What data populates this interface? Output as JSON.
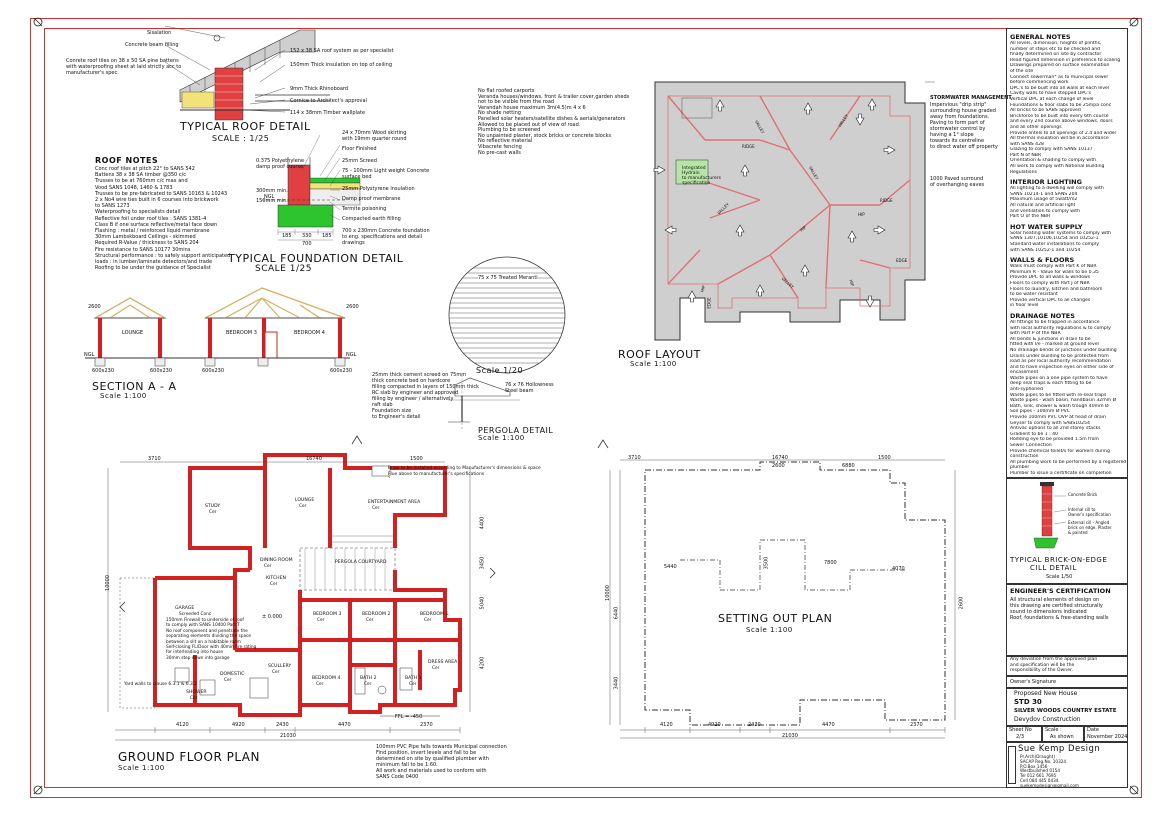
{
  "titles": {
    "roof_detail": "TYPICAL ROOF DETAIL",
    "roof_detail_scale": "SCALE : 1/25",
    "foundation_detail": "TYPICAL FOUNDATION DETAIL",
    "foundation_detail_scale": "SCALE 1/25",
    "section": "SECTION A - A",
    "section_scale": "Scale 1:100",
    "roof_layout": "ROOF LAYOUT",
    "roof_layout_scale": "Scale 1:100",
    "pergola": "PERGOLA DETAIL",
    "pergola_scale": "Scale 1:100",
    "pergola_circle_scale": "Scale 1/20",
    "setting_out": "SETTING OUT PLAN",
    "setting_out_scale": "Scale 1:100",
    "ground_floor": "GROUND FLOOR PLAN",
    "ground_floor_scale": "Scale 1:100",
    "cill_detail": "TYPICAL BRICK-ON-EDGE CILL DETAIL",
    "cill_detail_scale": "Scale 1/50"
  },
  "roof_notes": {
    "heading": "ROOF NOTES",
    "lines": [
      "Conc roof tiles at pitch 22° to SANS 542",
      "Battens 38 x 38 SA timber @350 c/c",
      "Trusses to be at 760mm c/c max and",
      "Vood SANS 1048, 1460 & 1783",
      "Trusses to be pre-fabricated to SANS 10163 & 10243",
      "2 x No4 wire ties built in 6 courses into brickwork",
      "to SANS 1273",
      "Waterproofing to specialists detail",
      "Reflective foil under roof tiles : SANS 1381-4",
      "Class B if one surface reflective/metal face down",
      "Flashing : metal / reinforced liquid membrane",
      "30mm Lambskboard Ceilings - skimmed",
      "Required R-Value / thickness to SANS 204",
      "Fire resistance to SANS 10177 30mins",
      "Structural performance : to safely support anticipated",
      "loads : in lumber/laminate detectors/and trade",
      "Roofing to be under the guidance of Specialist"
    ]
  },
  "roof_detail_labels": [
    "Sisalation",
    "Concrete beam filling",
    "Conrete roof tiles on 38 x 50 SA pine battens",
    "with waterproofing sheet at laid strictly acc to",
    "manufacturer's spec.",
    "152 x 38 SA roof system as per specialist",
    "150mm Thick insulation on top of ceiling",
    "9mm Thick Rhinoboard",
    "Cornice to Architect's approval",
    "114 x 38mm Timber wallplate"
  ],
  "foundation_labels": [
    "0.375 Polyethylene",
    "damp proof course",
    "24 x 70mm Wood skirting",
    "with 19mm quarter round",
    "Floor Finished",
    "25mm Screed",
    "75 - 100mm Light weight Concrete",
    "surface bed",
    "25mm Polystyrene insulation",
    "Damp proof membrane",
    "Termite poisoning",
    "Compacted earth filling",
    "700 x 230mm Concrete foundation",
    "to eng. specifications and detail",
    "drawings"
  ],
  "foundation_dims": [
    "300mm min.",
    "150mm min.",
    "185",
    "330",
    "185",
    "700",
    "NGL"
  ],
  "section_labels": [
    "LOUNGE",
    "BEDROOM 3",
    "BEDROOM 4",
    "600x230",
    "600x230",
    "600x230",
    "600x230",
    "NGL",
    "NGL",
    "2600",
    "2600"
  ],
  "pergola_notes": [
    "75 x 75 Treated Meranti",
    "76 x 76 Hollowness",
    "Steel beam"
  ],
  "roof_layout_notes": [
    "No flat roofed carports",
    "Veranda houses/windows, front & trailer cover,garden sheds",
    "not to be visible from the road",
    "Verandah house maximum 3m(4.5)m 4 x 6",
    "No shade netting",
    "Panelled solar heaters/satellite dishes & aerials/generators",
    "Allowed to be placed out of view of road.",
    "Plumbing to be screened",
    "No unpainted plaster, stock bricks or concrete blocks",
    "No reflective material",
    "Vibacrete fencing",
    "No pre-cast walls"
  ],
  "stormwater": {
    "heading": "STORMWATER MANAGEMENT",
    "lines": [
      "Impervious \"drip strip\"",
      "surrounding house graded",
      "away from foundations.",
      "Paving to form part of",
      "stormwater control by",
      "having a 1° slope",
      "towards its centreline",
      "to direct water off property"
    ],
    "paved": [
      "1000 Paved surround",
      "of overhanging eaves"
    ],
    "solar": [
      "Integrated",
      "Hydrain",
      "to manufacturers",
      "specification"
    ]
  },
  "roof_labels": [
    "VALLEY",
    "VALLEY",
    "VALLEY",
    "VALLEY",
    "VALLEY",
    "HIP",
    "HIP",
    "HIP",
    "HIP",
    "RIDGE",
    "RIDGE",
    "EDGE",
    "EDGE"
  ],
  "ground_floor": {
    "rooms": [
      {
        "name": "STUDY",
        "floor": "Cer"
      },
      {
        "name": "LOUNGE",
        "floor": "Cer"
      },
      {
        "name": "ENTERTAINMENT AREA",
        "floor": "Cer"
      },
      {
        "name": "DINING ROOM",
        "floor": "Cer"
      },
      {
        "name": "PERGOLA COURTYARD",
        "floor": ""
      },
      {
        "name": "GARAGE",
        "floor": "Screeded Conc"
      },
      {
        "name": "BEDROOM 3",
        "floor": "Cer"
      },
      {
        "name": "BEDROOM 2",
        "floor": "Cer"
      },
      {
        "name": "BEDROOM 1",
        "floor": "Cer"
      },
      {
        "name": "BEDROOM 4",
        "floor": "Cer"
      },
      {
        "name": "DOMESTIC",
        "floor": "Cer"
      },
      {
        "name": "SCULLERY",
        "floor": "Cer"
      },
      {
        "name": "BATH 2",
        "floor": "Cer"
      },
      {
        "name": "BATH 1",
        "floor": "Cer"
      },
      {
        "name": "DRESS AREA",
        "floor": "Cer"
      },
      {
        "name": "KITCHEN",
        "floor": "Cer"
      },
      {
        "name": "SHOWER",
        "floor": "Cer"
      }
    ],
    "dims_bottom": [
      "4120",
      "4920",
      "2430",
      "4470",
      "2370"
    ],
    "dim_total": "21030",
    "dims_top": [
      "3710",
      "16740",
      "1500"
    ],
    "side_dims": [
      "10000",
      "4400",
      "3450",
      "5040",
      "4200"
    ],
    "notes": [
      "Braai to be installed according to Manufacturer's dimensions & space",
      "Flue above to manufacturer's specifications",
      "Yard walls to clause 6.3.1 & 6.3.2",
      "100mm PVC Pipe falls towards Municipal connection",
      "Find position, invert levels and fall to be",
      "determined on site by qualified plumber with",
      "minimum fall to be 1:60.",
      "All work and materials used to conform with",
      "SANS Code 0400"
    ],
    "garage_note": [
      "150mm Firewall to underside of roof",
      "to comply with SANS 10400 Part T",
      "No roof component and penetrate the",
      "separating elements dividing the space",
      "between a slit on a habitable room",
      "Self-closing FL/Door with 40min fire rating",
      "for interleading into house",
      "30mm step down into garage"
    ],
    "ffl": "FFL = -450",
    "level": "± 0.000"
  },
  "setting_out": {
    "dims_top": [
      "3710",
      "16740",
      "2600",
      "6880",
      "1500"
    ],
    "dims_bottom": [
      "4120",
      "4920",
      "2430",
      "4470",
      "2370"
    ],
    "dim_total": "21030",
    "dims_inner": [
      "5440",
      "4070",
      "7800"
    ],
    "left_dims": [
      "10000",
      "6440",
      "3440"
    ],
    "inner_dims": [
      "3500",
      "2600"
    ]
  },
  "right_panel": {
    "sections": [
      {
        "heading": "GENERAL NOTES",
        "lines": [
          "All levels, dimension, heights of plinths,",
          "number of steps etc to be checked and",
          "finally determined on site by contractor",
          "Read figured dimension in preference to scaling",
          "Drawings prepared on surface examination",
          "of the site",
          "Connect sewerman* as to municipal sewer",
          "before commencing work",
          "DPC's to be built into all walls at each level",
          "Cavity walls to have stepped DPC's",
          "Vertical DPC at each change of level",
          "Foundations & floor slabs to be 25mpa conc",
          "All bricks to be SABS approved",
          "Brickforce to be built into every 6th course",
          "and every 2nd course above windows, doors",
          "and all other openings",
          "Provide lintels to all openings of 2.4 and wider",
          "All thermal insulation will be in accordance",
          "with SANS 428",
          "Glazing to comply with SANS 10137",
          "Part N of NBR",
          "Orientation & shading to comply with",
          "All work to comply with National Building",
          "Regulations"
        ]
      },
      {
        "heading": "INTERIOR LIGHTING",
        "lines": [
          "All lighting to a dwelling will comply with",
          "SANS 10214-1 and SANS 204",
          "Maximum usage of 5watt/m2",
          "All natural and artificial light",
          "and ventilation to comply with",
          "Part O of the NBR"
        ]
      },
      {
        "heading": "HOT WATER SUPPLY",
        "lines": [
          "Solar heating water systems to comply with",
          "SANS 1307,10106,10254 and 10252-1",
          "Standard water installations to comply",
          "with SANS 10252-1 and 10254"
        ]
      },
      {
        "heading": "WALLS & FLOORS",
        "lines": [
          "Walls must comply with Part K of NBR",
          "Minimum R - Value for walls to be 0.35",
          "Provide DPC to all walls & windows",
          "Floors to comply with Part J of NBR",
          "Floors to laundry, kitchen and bathroom",
          "to be water resistant",
          "Provide vertical DPC to all changes",
          "in floor level"
        ]
      },
      {
        "heading": "DRAINAGE NOTES",
        "lines": [
          "All fittings to be trapped in accordance",
          "with local authority regulations & to comply",
          "with Part P of the NBR",
          "All bends & junctions in drain to be",
          "fitted with I/e - marked at ground level",
          "No drainage bends or junctions under building",
          "Drains under building to be protected from",
          "load as per local authority recommendation",
          "and to have inspection eyes on either side of",
          "encasement",
          "Waste pipes on a one pipe system to have",
          "deep seal traps & each fitting to be",
          "anti-syphoned",
          "Waste pipes to be fitted with re-seal traps",
          "Waste pipes - wash basin, handbasin 32mm Ø",
          "Bath, sink, shower & wash trough 40mm Ø",
          "Soil pipes - 100mm Ø PVC",
          "Provide 100mm PVC OVP at head of drain",
          "Geyser to comply with SABS10254",
          "Antivac options to all 2nd storey stacks",
          "Gradient to be 1 : 40",
          "Rodding eye to be provided 1.5m from",
          "Sewer Connection",
          "Provide chemical toilet/s for workers during",
          "construction",
          "All plumbing work to be performed by a registered",
          "plumber",
          "Plumber to issue a certificate on completion"
        ]
      }
    ],
    "cill_labels": [
      "Concrete Brick",
      "Internal cill to",
      "Owner's specification",
      "External cill - Angled",
      "brick on edge. Plaster",
      "& painted"
    ],
    "engineer_heading": "ENGINEER'S CERTIFICATION",
    "engineer_lines": [
      "All structural elements of design on",
      "this drawing are certified structurally",
      "sound to dimensions indicated",
      "Roof, foundations & free-standing walls"
    ],
    "deviation": [
      "Any deviation from the approved plan",
      "and specification will be  the",
      "responsibility of the Owner."
    ],
    "owner_sig": "Owner's Signature",
    "project": [
      "Proposed New House",
      "STD 30",
      "SILVER WOODS COUNTRY ESTATE",
      "Devydov Construction"
    ],
    "sheet_label": "Sheet No",
    "sheet_val": "2/3",
    "scale_label": "Scale :",
    "scale_val": "As shown",
    "date_label": "Date",
    "date_val": "November 2024",
    "firm": "Sue Kemp Design",
    "firm_lines": [
      "Pr.Arch(Draught)",
      "SACAP Reg.No. 10324",
      "P.O.Box 1456",
      "Westbuilshed 0154",
      "Tel 012 661 7695",
      "Cell 084 445 0434",
      "suekempdesign@gmail.com"
    ]
  },
  "colors": {
    "wall_red": "#d42020",
    "frame_red": "#cc3333",
    "roof_grey": "#cfcfcf",
    "insulation_yellow": "#f3e27a",
    "soil_green": "#2ec42e",
    "brick_red": "#e04040"
  }
}
